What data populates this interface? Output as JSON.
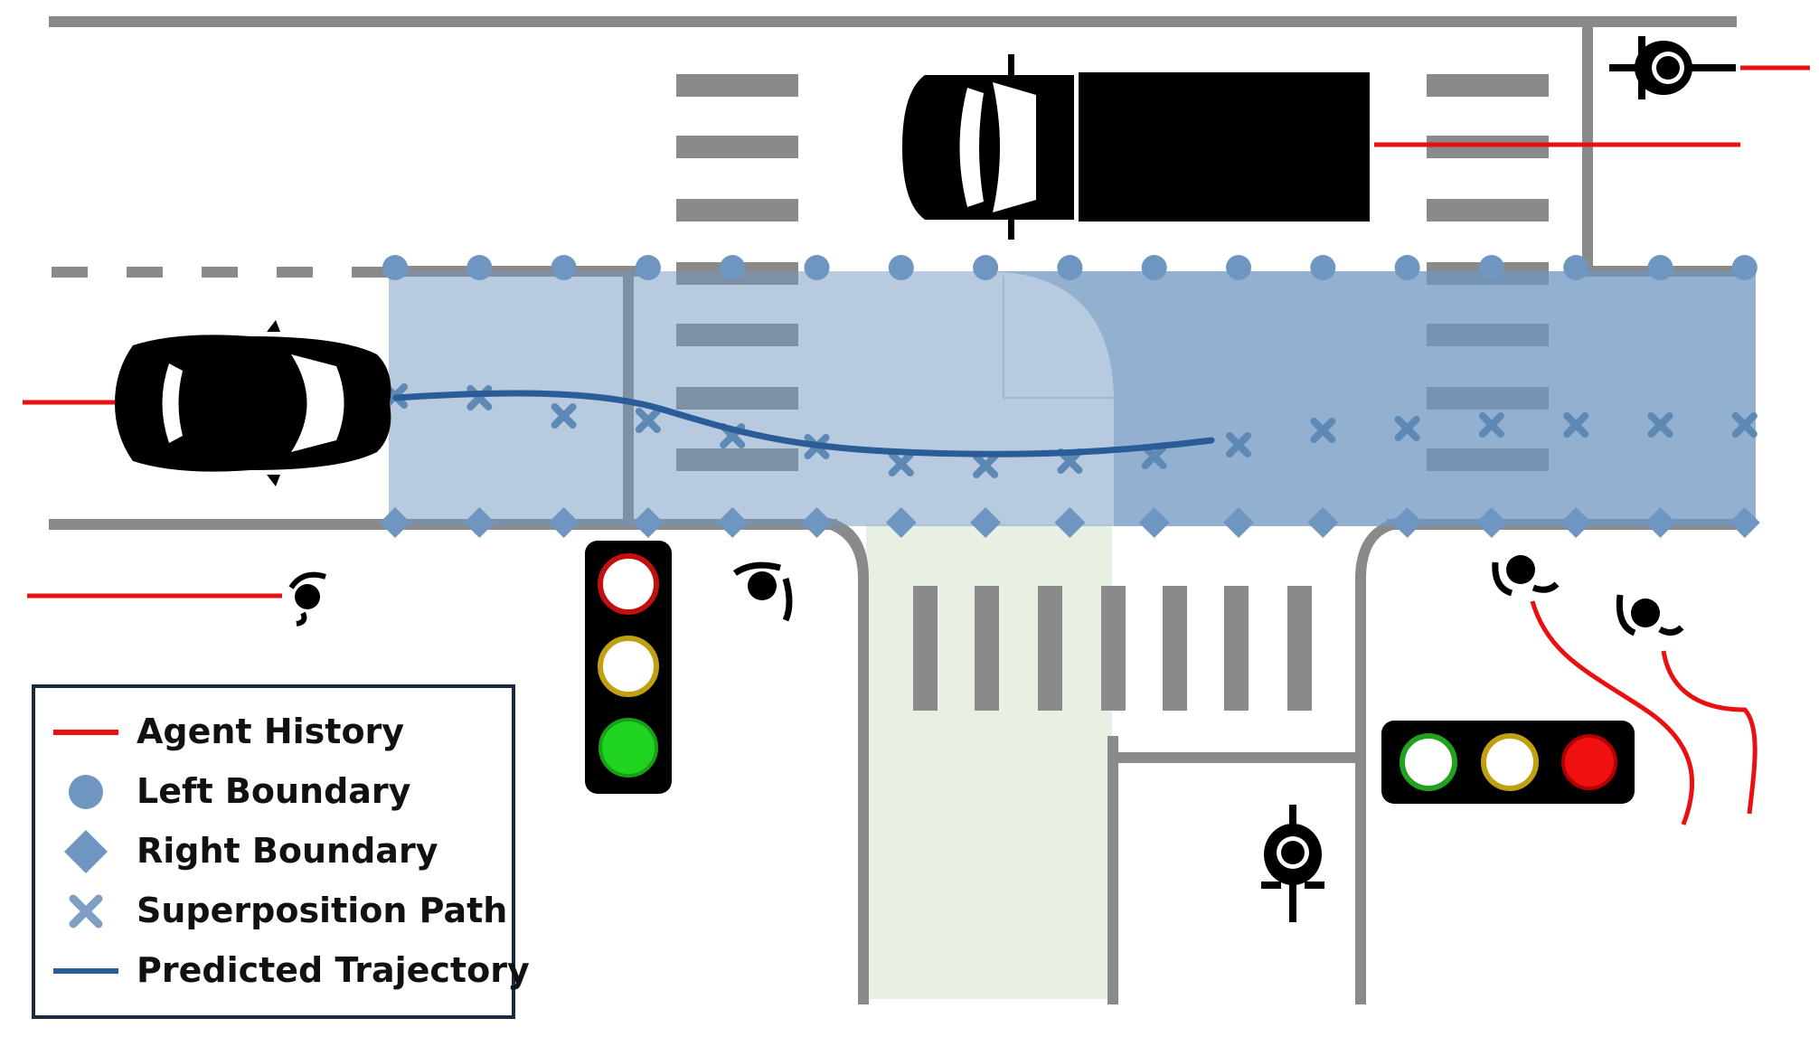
{
  "colors": {
    "road_line": "#8a8a8a",
    "crosswalk": "#8a8a8a",
    "region_fill": "#6f96c1",
    "side_fill": "#e8f0e4",
    "boundary_marker": "#6f96c1",
    "superposition_marker": "#5f89b5",
    "predicted_trajectory": "#2a5d97",
    "agent_history": "#e81010",
    "vehicle": "#000000",
    "legend_border": "#1b2a40"
  },
  "traffic_lights": [
    {
      "orientation": "vertical",
      "lamps": [
        "red-off",
        "amber-off",
        "green-on"
      ]
    },
    {
      "orientation": "horizontal",
      "lamps": [
        "green-off",
        "amber-off",
        "red-on"
      ]
    }
  ],
  "legend": {
    "items": [
      {
        "label": "Agent History",
        "symbol": "red-line"
      },
      {
        "label": "Left Boundary",
        "symbol": "blue-circle"
      },
      {
        "label": "Right Boundary",
        "symbol": "blue-diamond"
      },
      {
        "label": "Superposition Path",
        "symbol": "blue-cross"
      },
      {
        "label": "Predicted Trajectory",
        "symbol": "blue-line"
      }
    ]
  }
}
